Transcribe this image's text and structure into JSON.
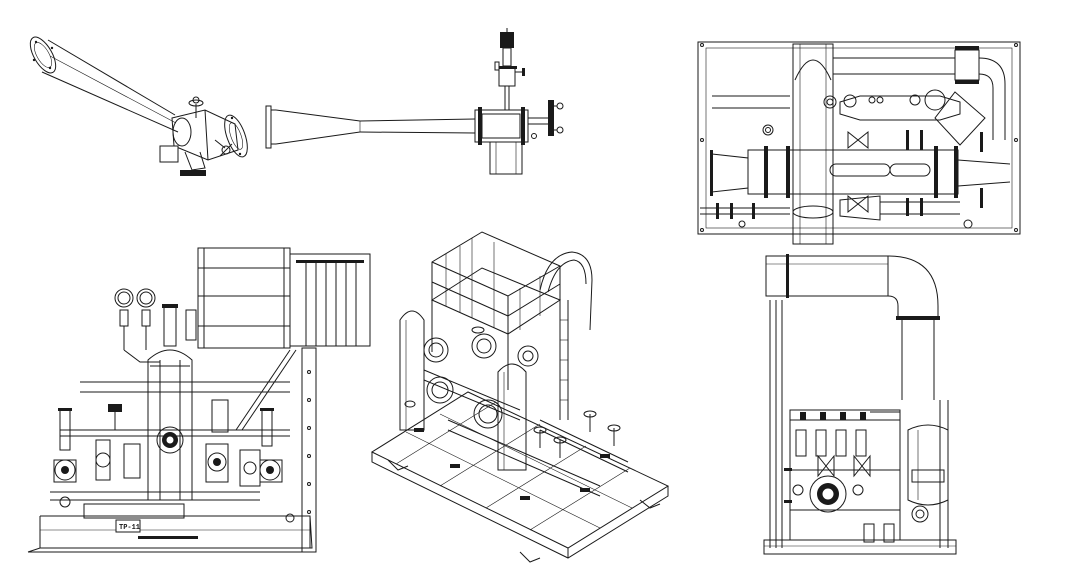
{
  "drawing": {
    "views": [
      {
        "id": "iso-diffuser-view"
      },
      {
        "id": "side-diffuser-view"
      },
      {
        "id": "plan-view"
      },
      {
        "id": "front-elevation-view"
      },
      {
        "id": "skid-isometric-view"
      },
      {
        "id": "side-elevation-view"
      }
    ],
    "equipment_tag": "TP-11"
  }
}
